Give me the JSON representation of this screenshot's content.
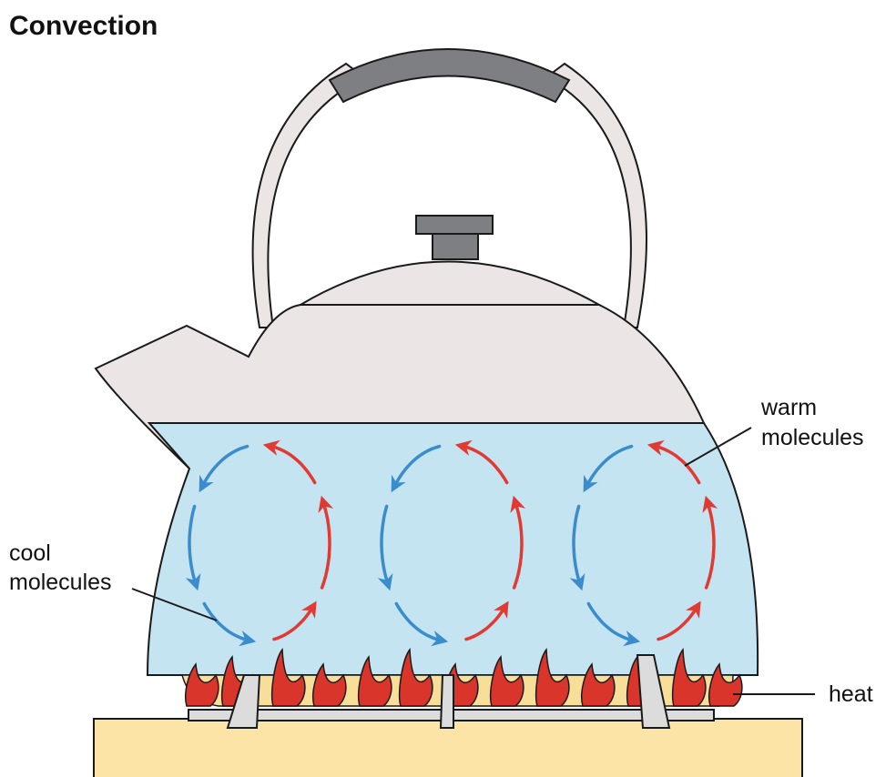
{
  "title": "Convection",
  "labels": {
    "warm_line1": "warm",
    "warm_line2": "molecules",
    "cool_line1": "cool",
    "cool_line2": "molecules",
    "heat": "heat"
  },
  "colors": {
    "background": "#ffffff",
    "kettle_body": "#ebe5e5",
    "water": "#c5e4f2",
    "handle_grip": "#7d7f83",
    "outline": "#1a1a1a",
    "cool_arrow": "#3a8ccc",
    "warm_arrow": "#e03a32",
    "flame_outer": "#d9352b",
    "flame_inner": "#f7df9a",
    "stove_top": "#fbe4a6",
    "burner_grate": "#dcdcdc"
  },
  "convection_cells": 3
}
